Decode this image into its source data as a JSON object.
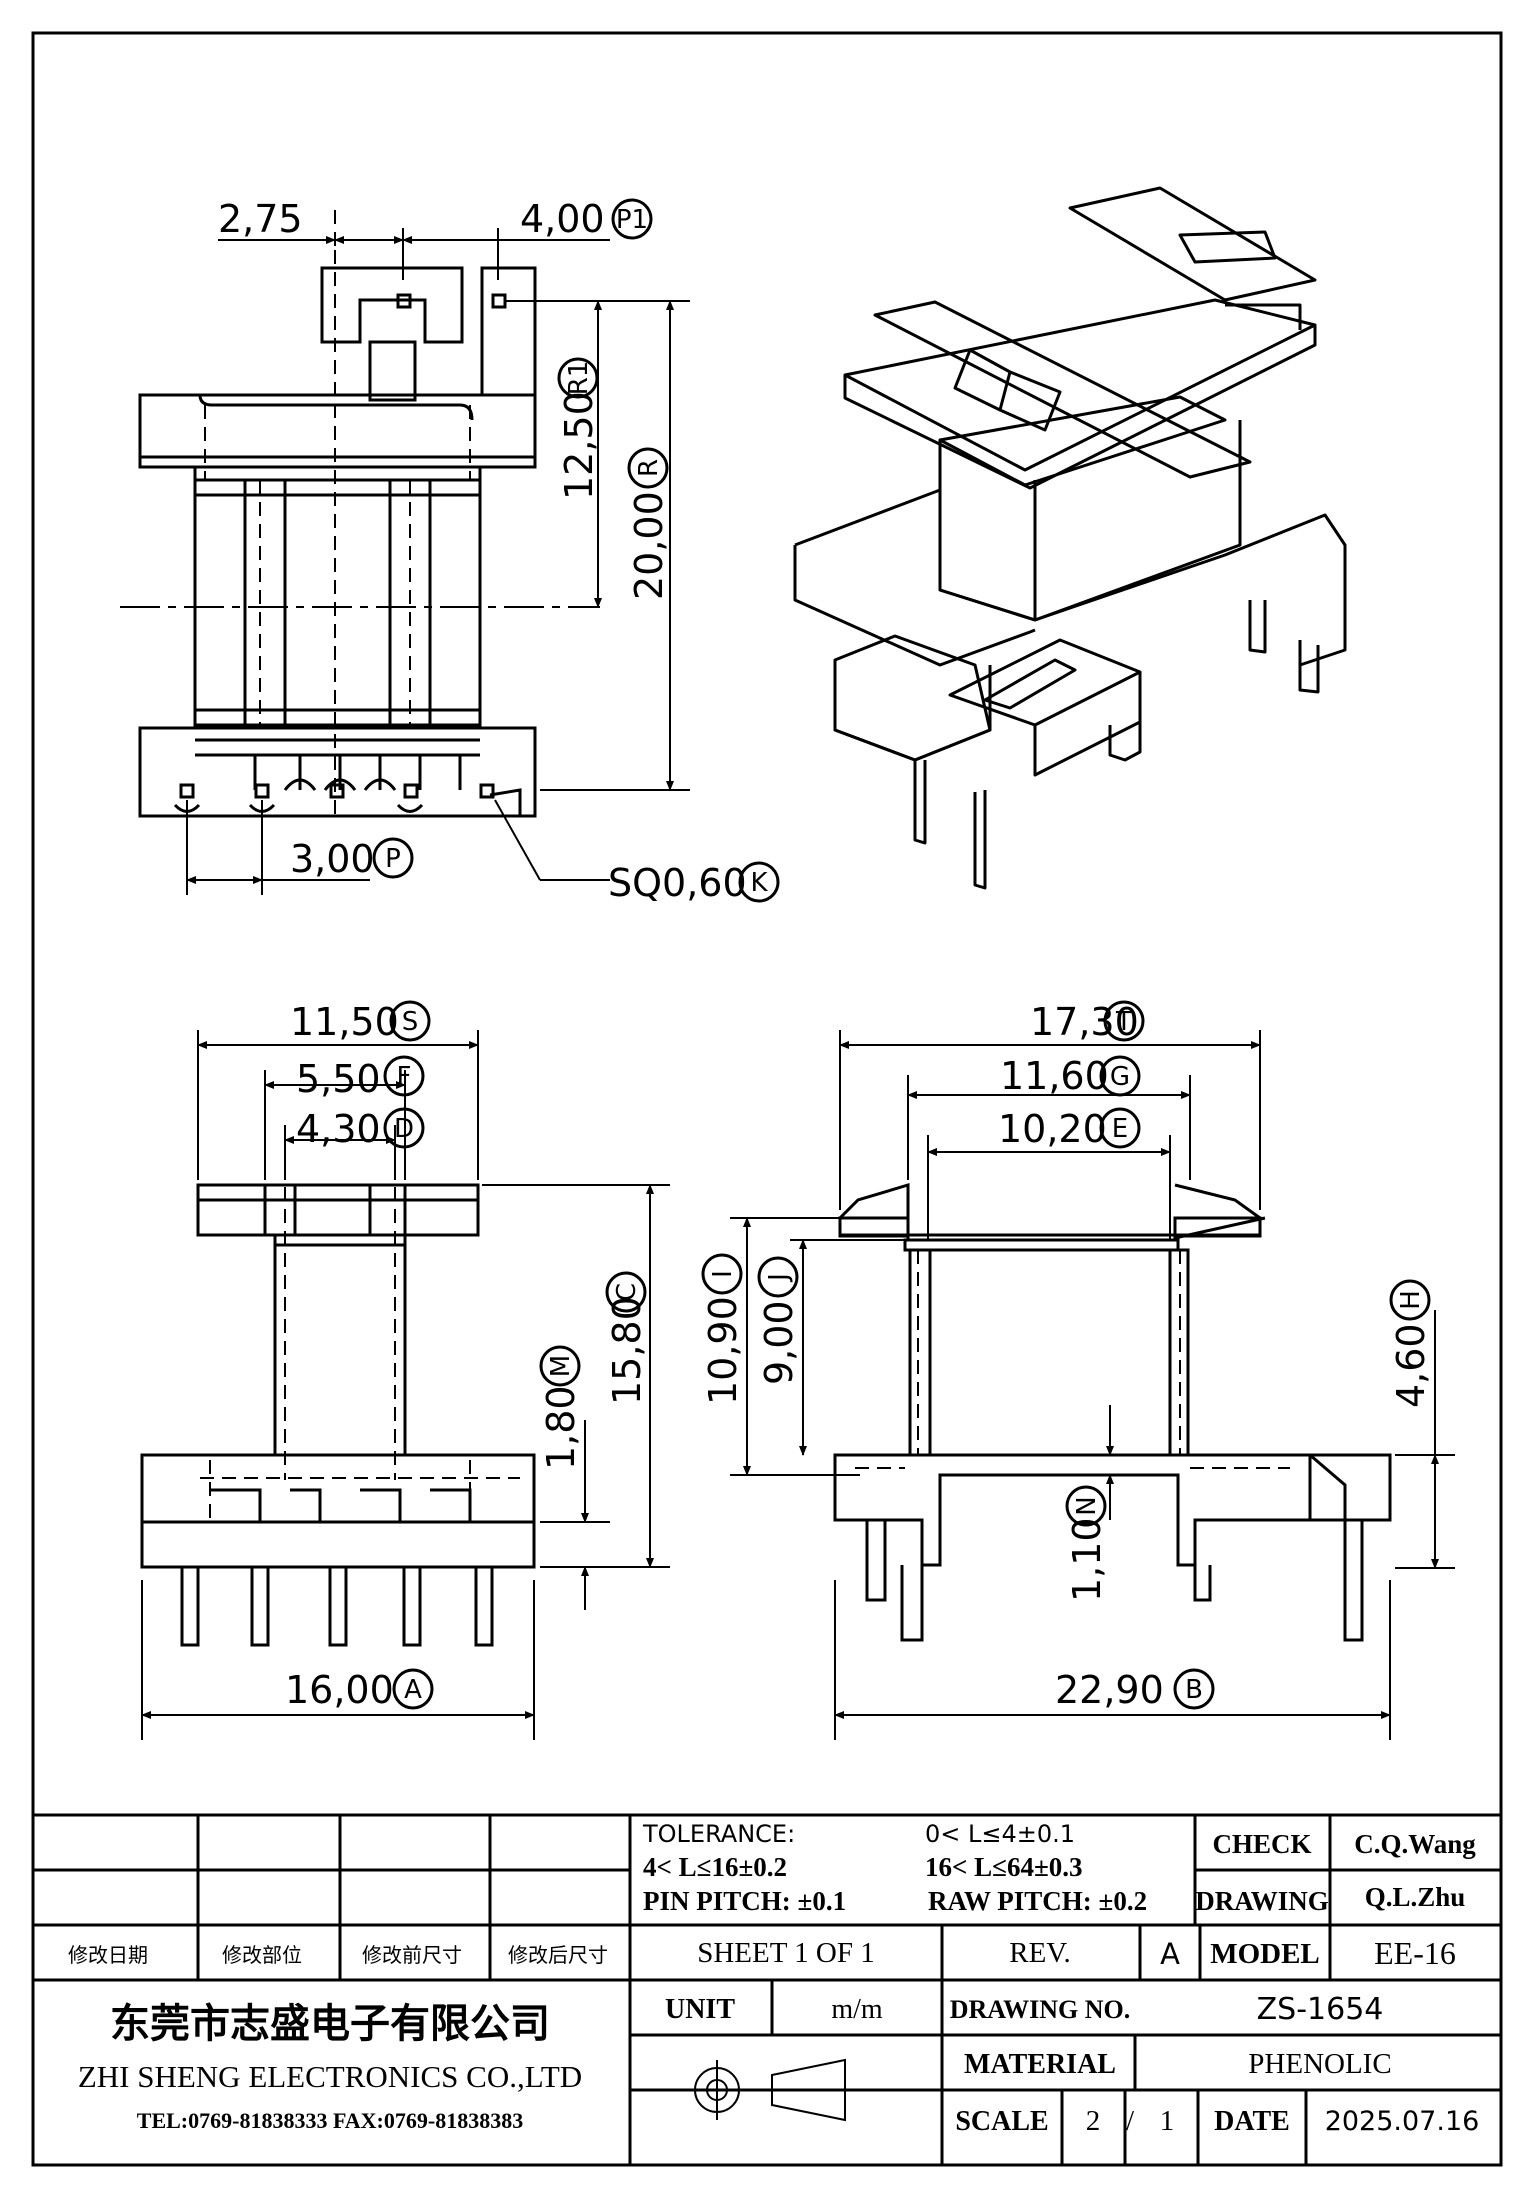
{
  "views": {
    "top": {
      "dim_275": "2,75",
      "dim_400": "4,00",
      "tag_P1": "P1",
      "dim_1250": "12,50",
      "tag_R1": "R1",
      "dim_2000": "20,00",
      "tag_R": "R",
      "dim_300": "3,00",
      "tag_P": "P",
      "dim_sq": "SQ0,60",
      "tag_K": "K"
    },
    "front": {
      "dim_1150": "11,50",
      "tag_S": "S",
      "dim_550": "5,50",
      "tag_F": "F",
      "dim_430": "4,30",
      "tag_D": "D",
      "dim_1580": "15,80",
      "tag_C": "C",
      "dim_180": "1,80",
      "tag_M": "M",
      "dim_1600": "16,00",
      "tag_A": "A"
    },
    "side": {
      "dim_1730": "17,30",
      "tag_T": "T",
      "dim_1160": "11,60",
      "tag_G": "G",
      "dim_1020": "10,20",
      "tag_E": "E",
      "dim_1090": "10,90",
      "tag_I": "I",
      "dim_900": "9,00",
      "tag_J": "J",
      "dim_460": "4,60",
      "tag_H": "H",
      "dim_110": "1,10",
      "tag_N": "N",
      "dim_2290": "22,90",
      "tag_B": "B"
    }
  },
  "title_block": {
    "tolerance_label": "TOLERANCE:",
    "tol_1": "0< L≤4±0.1",
    "tol_2": "4< L≤16±0.2",
    "tol_3": "16< L≤64±0.3",
    "pin_pitch": "PIN PITCH: ±0.1",
    "raw_pitch": "RAW PITCH: ±0.2",
    "check_label": "CHECK",
    "check_value": "C.Q.Wang",
    "drawing_label": "DRAWING",
    "drawing_value": "Q.L.Zhu",
    "rev_date_hdr": "修改日期",
    "rev_part_hdr": "修改部位",
    "rev_before_hdr": "修改前尺寸",
    "rev_after_hdr": "修改后尺寸",
    "sheet": "SHEET 1 OF 1",
    "rev_label": "REV.",
    "rev_value": "A",
    "model_label": "MODEL",
    "model_value": "EE-16",
    "company_cn": "东莞市志盛电子有限公司",
    "company_en": "ZHI SHENG ELECTRONICS CO.,LTD",
    "contact": "TEL:0769-81838333 FAX:0769-81838383",
    "unit_label": "UNIT",
    "unit_value": "m/m",
    "drawing_no_label": "DRAWING NO.",
    "drawing_no_value": "ZS-1654",
    "material_label": "MATERIAL",
    "material_value": "PHENOLIC",
    "scale_label": "SCALE",
    "scale_num": "2",
    "scale_slash": "/",
    "scale_den": "1",
    "date_label": "DATE",
    "date_value": "2025.07.16"
  }
}
